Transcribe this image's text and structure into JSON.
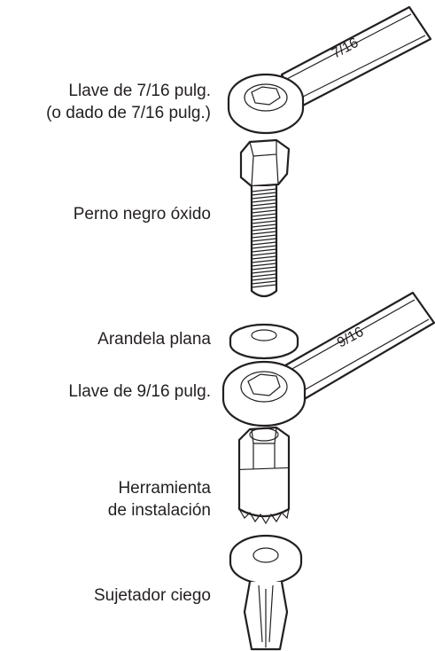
{
  "labels": {
    "wrench_716_line1": "Llave de 7/16 pulg.",
    "wrench_716_line2": "(o dado de 7/16 pulg.)",
    "bolt": "Perno negro óxido",
    "washer": "Arandela plana",
    "wrench_916": "Llave de 9/16 pulg.",
    "install_tool_line1": "Herramienta",
    "install_tool_line2": "de instalación",
    "blind_fastener": "Sujetador ciego"
  },
  "wrench_marks": {
    "upper": "7/16",
    "lower": "9/16"
  },
  "colors": {
    "ink": "#231f20",
    "background": "#ffffff"
  }
}
